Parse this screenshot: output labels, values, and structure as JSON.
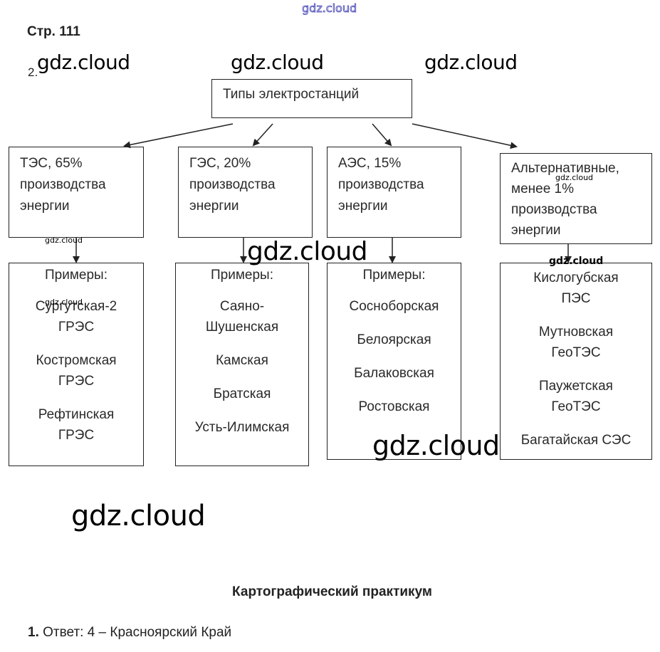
{
  "watermarks": {
    "top_outline": "gdz.cloud",
    "text": "gdz.cloud"
  },
  "page_label": "Стр. 111",
  "task_number": "2.",
  "diagram": {
    "root": "Типы электростанций",
    "types": [
      {
        "name": "ТЭС, 65%",
        "line2": "производства",
        "line3": "энергии",
        "line4": ""
      },
      {
        "name": "ГЭС, 20%",
        "line2": "производства",
        "line3": "энергии",
        "line4": ""
      },
      {
        "name": "АЭС, 15%",
        "line2": "производства",
        "line3": "энергии",
        "line4": ""
      },
      {
        "name": "Альтернативные,",
        "line2": "менее 1%",
        "line3": "производства",
        "line4": "энергии"
      }
    ],
    "examples_heading": "Примеры:",
    "examples": [
      [
        "Сургутская-2",
        "ГРЭС",
        "Костромская",
        "ГРЭС",
        "Рефтинская",
        "ГРЭС"
      ],
      [
        "Саяно-",
        "Шушенская",
        "Камская",
        "Братская",
        "Усть-Илимская"
      ],
      [
        "Сосноборская",
        "Белоярская",
        "Балаковская",
        "Ростовская"
      ],
      [
        "Кислогубская",
        "ПЭС",
        "Мутновская",
        "ГеоТЭС",
        "Паужетская",
        "ГеоТЭС",
        "Багатайская СЭС"
      ]
    ]
  },
  "section_title": "Картографический практикум",
  "answer": {
    "number": "1.",
    "text": "Ответ: 4 – Красноярский Край"
  }
}
